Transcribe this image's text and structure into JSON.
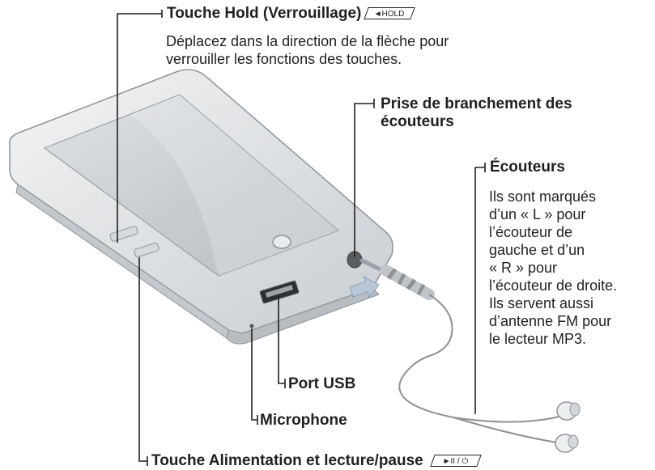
{
  "labels": {
    "hold": {
      "title": "Touche Hold (Verrouillage)",
      "icon_text": "◄HOLD",
      "description": "Déplacez dans la direction de la flèche pour verrouiller les fonctions des touches."
    },
    "jack": {
      "title_line1": "Prise de branchement des",
      "title_line2": "écouteurs"
    },
    "earphones": {
      "title": "Écouteurs",
      "description_lines": [
        "Ils sont marqués",
        "d’un « L » pour",
        "l’écouteur de",
        "gauche et d’un",
        "« R » pour",
        "l’écouteur de droite.",
        "Ils servent aussi",
        "d’antenne FM pour",
        "le lecteur MP3."
      ]
    },
    "usb": {
      "title": "Port USB"
    },
    "mic": {
      "title": "Microphone"
    },
    "power": {
      "title": "Touche Alimentation et lecture/pause",
      "icon_text": "►II / ⏻"
    }
  },
  "colors": {
    "line": "#231f20",
    "device_body": "#e6e8ea",
    "device_edge": "#9a9ea3",
    "screen": "#cfd3d7",
    "arrow": "#b9c6d6"
  }
}
